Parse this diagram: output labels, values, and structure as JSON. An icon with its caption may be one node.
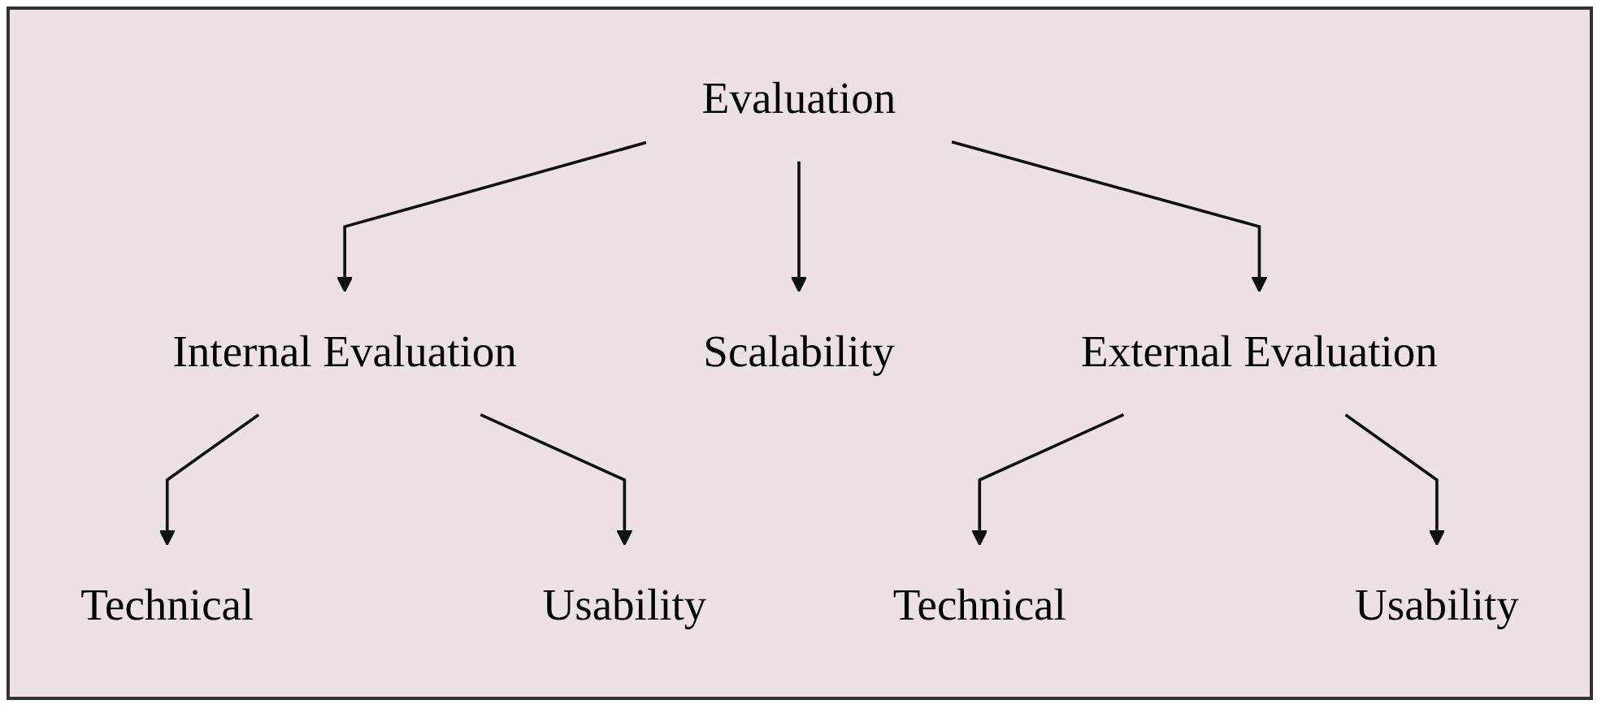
{
  "diagram": {
    "nodes": [
      {
        "text": [
          "Evaluation"
        ]
      },
      {
        "text": [
          "Internal Evaluation"
        ]
      },
      {
        "text": [
          "Scalability"
        ]
      },
      {
        "text": [
          "External Evaluation"
        ]
      },
      {
        "text": [
          "Technical"
        ]
      },
      {
        "text": [
          "Usability"
        ]
      },
      {
        "text": [
          "Technical"
        ]
      },
      {
        "text": [
          "Usability"
        ]
      }
    ],
    "edges": [
      {
        "from": 0,
        "to": 1,
        "arrow": "to"
      },
      {
        "from": 0,
        "to": 2,
        "arrow": "to"
      },
      {
        "from": 0,
        "to": 3,
        "arrow": "to"
      },
      {
        "from": 1,
        "to": 4,
        "arrow": "to"
      },
      {
        "from": 1,
        "to": 5,
        "arrow": "to"
      },
      {
        "from": 3,
        "to": 6,
        "arrow": "to"
      },
      {
        "from": 3,
        "to": 7,
        "arrow": "to"
      }
    ]
  }
}
